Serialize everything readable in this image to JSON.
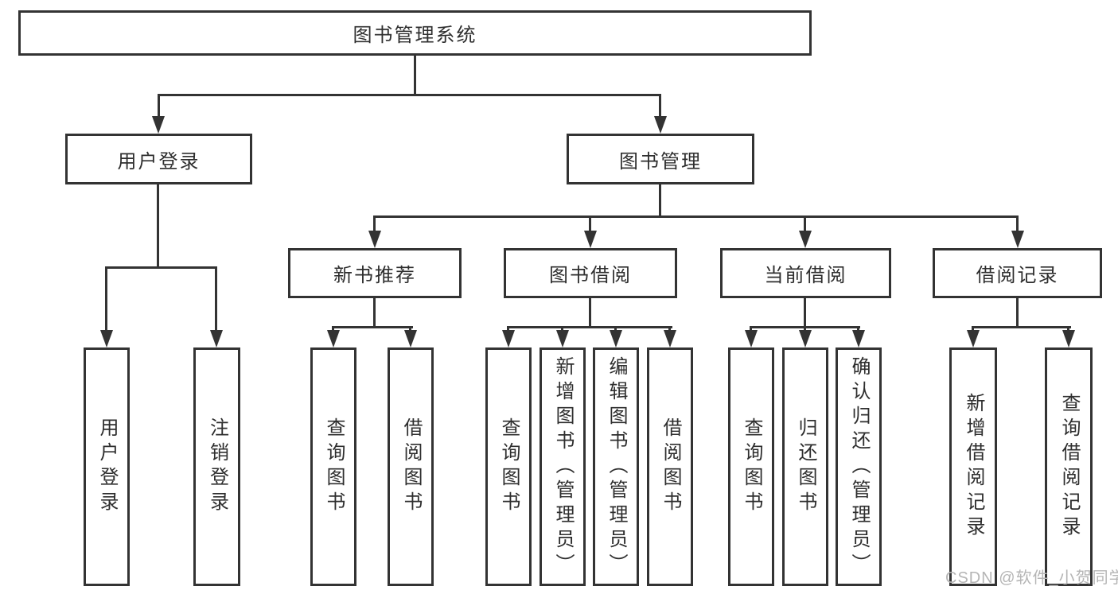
{
  "diagram": {
    "title": "图书管理系统",
    "branches": [
      {
        "label": "用户登录",
        "children": [
          "用户登录",
          "注销登录"
        ]
      },
      {
        "label": "图书管理",
        "sections": [
          {
            "label": "新书推荐",
            "children": [
              "查询图书",
              "借阅图书"
            ]
          },
          {
            "label": "图书借阅",
            "children": [
              "查询图书",
              "新增图书（管理员）",
              "编辑图书（管理员）",
              "借阅图书"
            ]
          },
          {
            "label": "当前借阅",
            "children": [
              "查询图书",
              "归还图书",
              "确认归还（管理员）"
            ]
          },
          {
            "label": "借阅记录",
            "children": [
              "新增借阅记录",
              "查询借阅记录"
            ]
          }
        ]
      }
    ]
  },
  "watermark": {
    "text": "CSDN @软件_小贺同学"
  },
  "colors": {
    "line": "#333333",
    "text": "#2e2e2e",
    "watermark": "#b5b5b5"
  }
}
